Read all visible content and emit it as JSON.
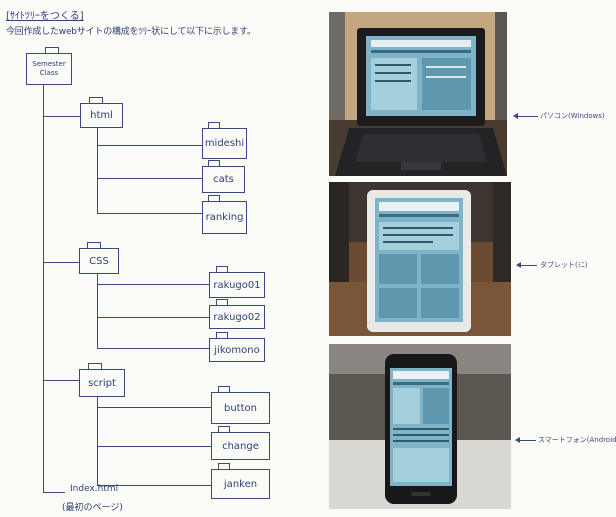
{
  "header": {
    "title": "[ｻｲﾄﾂﾘｰをつくる]",
    "subtitle": "今回作成したwebサイトの構成をﾂﾘｰ状にして以下に示します。"
  },
  "tree": {
    "root": [
      "Semester",
      "Class"
    ],
    "folders": [
      {
        "name": "html",
        "files": [
          "mideshi",
          "cats",
          "ranking"
        ]
      },
      {
        "name": "CSS",
        "files": [
          "rakugo01",
          "rakugo02",
          "jikomono"
        ]
      },
      {
        "name": "script",
        "files": [
          "button",
          "change",
          "janken"
        ]
      }
    ],
    "index_lines": [
      "Index.html",
      "(最初のページ)"
    ]
  },
  "photos": [
    {
      "device": "laptop",
      "label": "パソコン(Windows)"
    },
    {
      "device": "tablet",
      "label": "タブレット(ﾐﾆ)"
    },
    {
      "device": "phone",
      "label": "スマートフォン(Android)"
    }
  ],
  "colors": {
    "ink": "#30407a",
    "paper": "#fbfbf7",
    "screen": "#7fb3c7"
  }
}
